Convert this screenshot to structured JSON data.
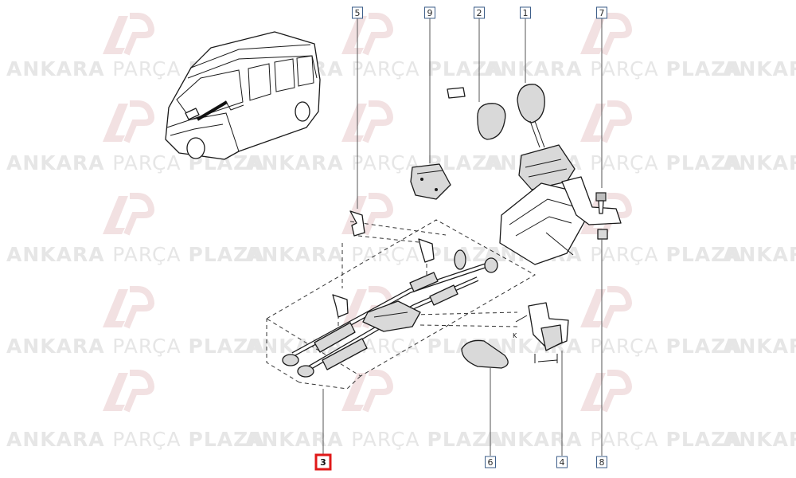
{
  "watermark": {
    "word1": "ANKARA",
    "word2": "PARÇA",
    "word3": "PLAZA",
    "logo_colors": {
      "a": "#e9c9cc",
      "p": "#e9c9cc"
    }
  },
  "callouts": [
    {
      "id": "1",
      "label": "1",
      "highlighted": false
    },
    {
      "id": "2",
      "label": "2",
      "highlighted": false
    },
    {
      "id": "3",
      "label": "3",
      "highlighted": true
    },
    {
      "id": "4",
      "label": "4",
      "highlighted": false
    },
    {
      "id": "5",
      "label": "5",
      "highlighted": false
    },
    {
      "id": "6",
      "label": "6",
      "highlighted": false
    },
    {
      "id": "7",
      "label": "7",
      "highlighted": false
    },
    {
      "id": "8",
      "label": "8",
      "highlighted": false
    },
    {
      "id": "9",
      "label": "9",
      "highlighted": false
    }
  ],
  "colors": {
    "callout_border": "#3e5f8a",
    "highlight": "#e01818",
    "line": "#1a1a1a"
  }
}
